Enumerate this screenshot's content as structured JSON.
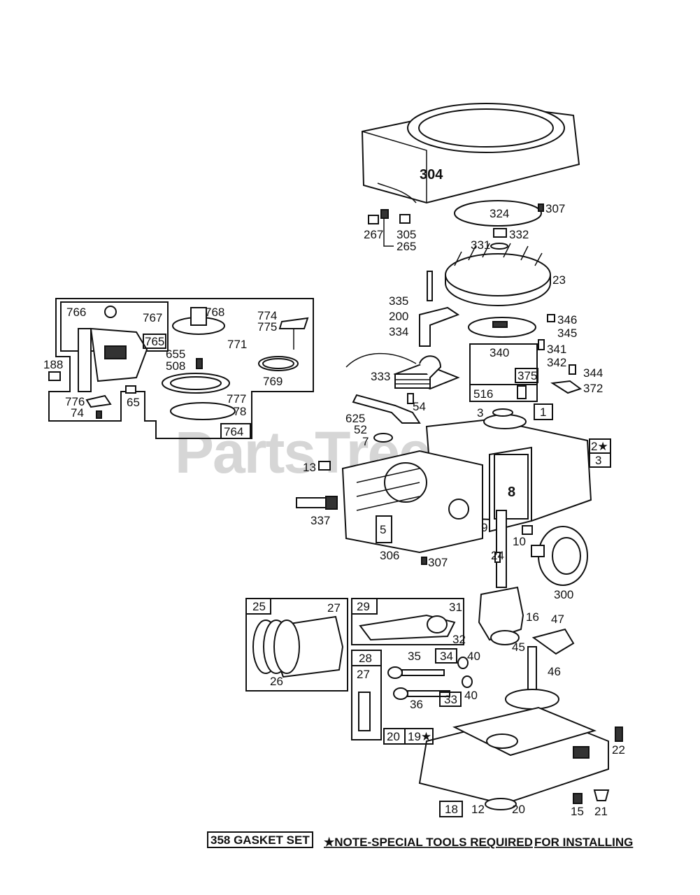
{
  "watermark": "PartsTree",
  "callouts": {
    "c304": "304",
    "c307a": "307",
    "c324": "324",
    "c332": "332",
    "c331": "331",
    "c267": "267",
    "c305": "305",
    "c265": "265",
    "c23": "23",
    "c335": "335",
    "c200": "200",
    "c334": "334",
    "c346": "346",
    "c345": "345",
    "c341": "341",
    "c340": "340",
    "c342": "342",
    "c344": "344",
    "c375": "375",
    "c372": "372",
    "c516": "516",
    "c333": "333",
    "c54": "54",
    "c625": "625",
    "c52": "52",
    "c7": "7",
    "c3a": "3",
    "c1": "1",
    "c2s": "2★",
    "c3b": "3",
    "c13": "13",
    "c8": "8",
    "c337": "337",
    "c5": "5",
    "c9": "9",
    "c10": "10",
    "c306": "306",
    "c307b": "307",
    "c24": "24",
    "c300": "300",
    "c766": "766",
    "c767": "767",
    "c768": "768",
    "c774": "774",
    "c775": "775",
    "c765": "765",
    "c771": "771",
    "c655": "655",
    "c508": "508",
    "c769": "769",
    "c188": "188",
    "c776": "776",
    "c74": "74",
    "c65": "65",
    "c777": "777",
    "c778": "778",
    "c764": "764",
    "c25": "25",
    "c27a": "27",
    "c26": "26",
    "c29": "29",
    "c31": "31",
    "c32": "32",
    "c16": "16",
    "c47": "47",
    "c28": "28",
    "c27b": "27",
    "c35": "35",
    "c34": "34",
    "c40a": "40",
    "c45": "45",
    "c46": "46",
    "c36": "36",
    "c33": "33",
    "c40b": "40",
    "c20a": "20",
    "c19s": "19★",
    "c22": "22",
    "c18": "18",
    "c12": "12",
    "c20b": "20",
    "c15": "15",
    "c21": "21"
  },
  "footer": {
    "gasket_set": "358 GASKET SET",
    "note": "★NOTE-SPECIAL TOOLS REQUIRED",
    "for_installing": "FOR INSTALLING"
  }
}
